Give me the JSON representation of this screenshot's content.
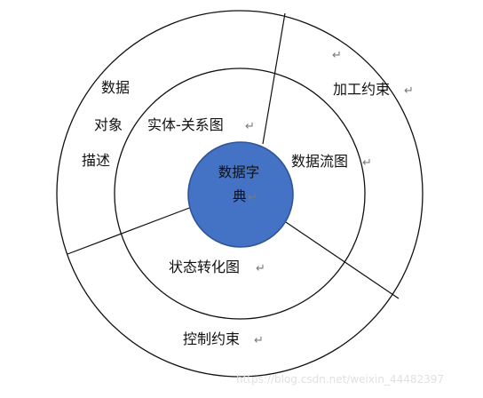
{
  "diagram": {
    "outer_ring": {
      "labels": [
        "加工约束",
        "控制约束"
      ],
      "left_labels": [
        "数据",
        "对象",
        "描述"
      ]
    },
    "inner_ring": {
      "labels": [
        "实体-关系图",
        "数据流图",
        "状态转化图"
      ]
    },
    "center": {
      "line1": "数据字",
      "line2": "典"
    },
    "return_mark": "↵",
    "watermark": "https://blog.csdn.net/weixin_44482397",
    "colors": {
      "center_fill": "#4472c4",
      "center_stroke": "#2f5597",
      "line": "#111111",
      "background": "#ffffff"
    }
  }
}
